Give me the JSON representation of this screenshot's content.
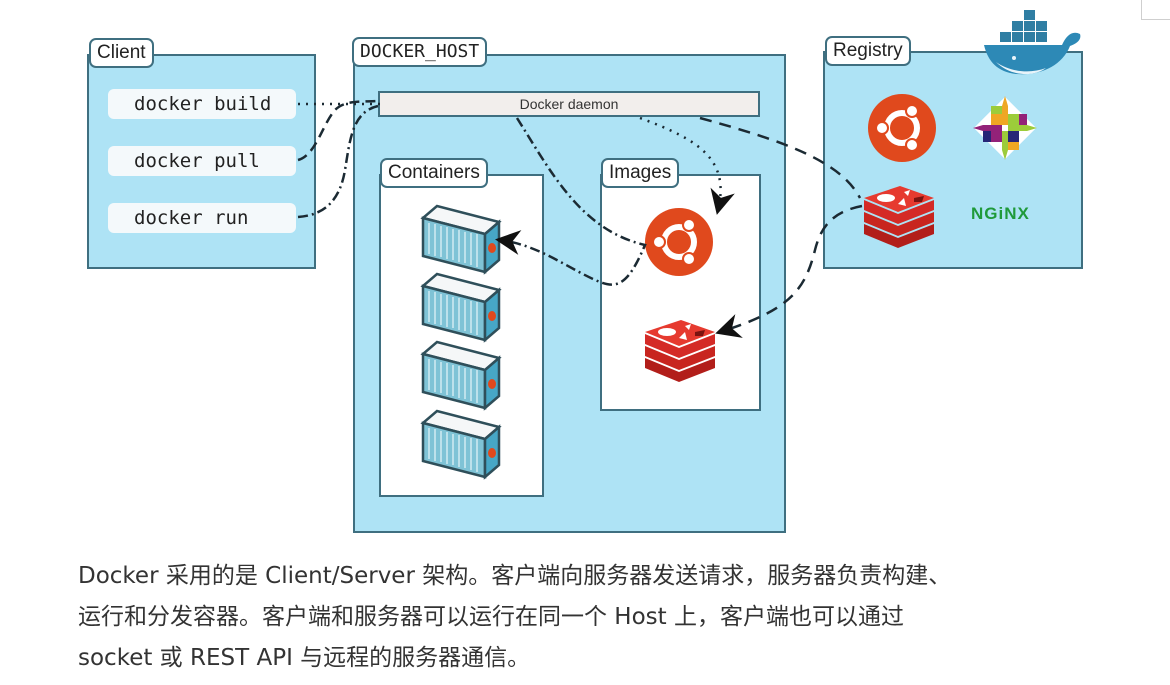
{
  "diagram": {
    "client": {
      "title": "Client",
      "commands": [
        "docker build",
        "docker pull",
        "docker run"
      ]
    },
    "docker_host": {
      "title": "DOCKER_HOST",
      "daemon_label": "Docker daemon",
      "containers": {
        "title": "Containers",
        "count": 4
      },
      "images": {
        "title": "Images",
        "items": [
          "ubuntu-icon",
          "redis-icon"
        ]
      }
    },
    "registry": {
      "title": "Registry",
      "items": [
        "ubuntu-icon",
        "centos-icon",
        "redis-icon",
        "nginx-logo"
      ],
      "nginx_label": "NGiNX",
      "logo": "docker-whale-icon"
    },
    "flows": [
      {
        "from": "docker build",
        "to": "Docker daemon",
        "style": "dotted"
      },
      {
        "from": "docker pull",
        "to": "Docker daemon",
        "style": "dashed"
      },
      {
        "from": "docker run",
        "to": "Docker daemon",
        "style": "dash-dot"
      },
      {
        "from": "Docker daemon",
        "to": "Images/ubuntu",
        "style": "dotted"
      },
      {
        "from": "Docker daemon",
        "to": "Registry/redis",
        "style": "dashed"
      },
      {
        "from": "Registry/redis",
        "to": "Images/redis",
        "style": "dashed"
      },
      {
        "from": "Docker daemon",
        "to": "Containers/container-1",
        "style": "dash-dot",
        "via": "Images/ubuntu"
      }
    ],
    "colors": {
      "panel_fill": "#aee3f5",
      "border": "#3f6f80",
      "ubuntu": "#e0491d",
      "redis": "#d42a26",
      "nginx": "#1f9a3a",
      "container": "#6bb6cc"
    }
  },
  "caption": {
    "lines": [
      "Docker 采用的是 Client/Server 架构。客户端向服务器发送请求，服务器负责构建、",
      "运行和分发容器。客户端和服务器可以运行在同一个 Host 上，客户端也可以通过",
      "socket 或 REST API 与远程的服务器通信。"
    ]
  }
}
